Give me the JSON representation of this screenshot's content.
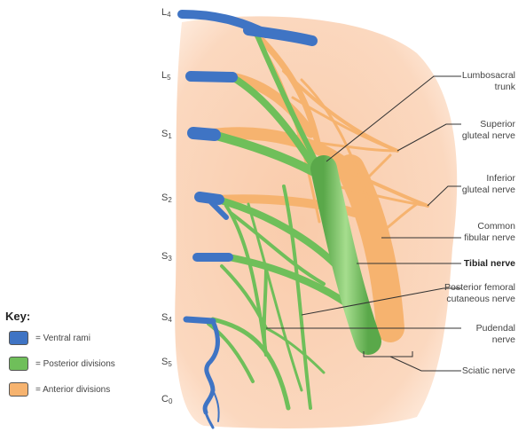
{
  "roots": [
    {
      "letter": "L",
      "num": "4"
    },
    {
      "letter": "L",
      "num": "5"
    },
    {
      "letter": "S",
      "num": "1"
    },
    {
      "letter": "S",
      "num": "2"
    },
    {
      "letter": "S",
      "num": "3"
    },
    {
      "letter": "S",
      "num": "4"
    },
    {
      "letter": "S",
      "num": "5"
    },
    {
      "letter": "C",
      "num": "0"
    }
  ],
  "labels": {
    "lumbosacral_trunk": [
      "Lumbosacral",
      "trunk"
    ],
    "superior_gluteal": [
      "Superior",
      "gluteal nerve"
    ],
    "inferior_gluteal": [
      "Inferior",
      "gluteal nerve"
    ],
    "common_fibular": [
      "Common",
      "fibular nerve"
    ],
    "tibial": "Tibial nerve",
    "posterior_femoral": [
      "Posterior femoral",
      "cutaneous nerve"
    ],
    "pudendal": [
      "Pudendal",
      "nerve"
    ],
    "sciatic": "Sciatic nerve"
  },
  "key": {
    "title": "Key:",
    "items": [
      {
        "label": "= Ventral rami",
        "color": "#3f74c4",
        "icon": "blue-swatch"
      },
      {
        "label": "= Posterior divisions",
        "color": "#6fbf5a",
        "icon": "green-swatch"
      },
      {
        "label": "= Anterior divisions",
        "color": "#f6b36f",
        "icon": "orange-swatch"
      }
    ]
  },
  "colors": {
    "background_tissue": "#f9cfb0",
    "ventral": "#3f74c4",
    "posterior": "#6fbf5a",
    "anterior": "#f6b36f",
    "leader_line": "#333333"
  }
}
